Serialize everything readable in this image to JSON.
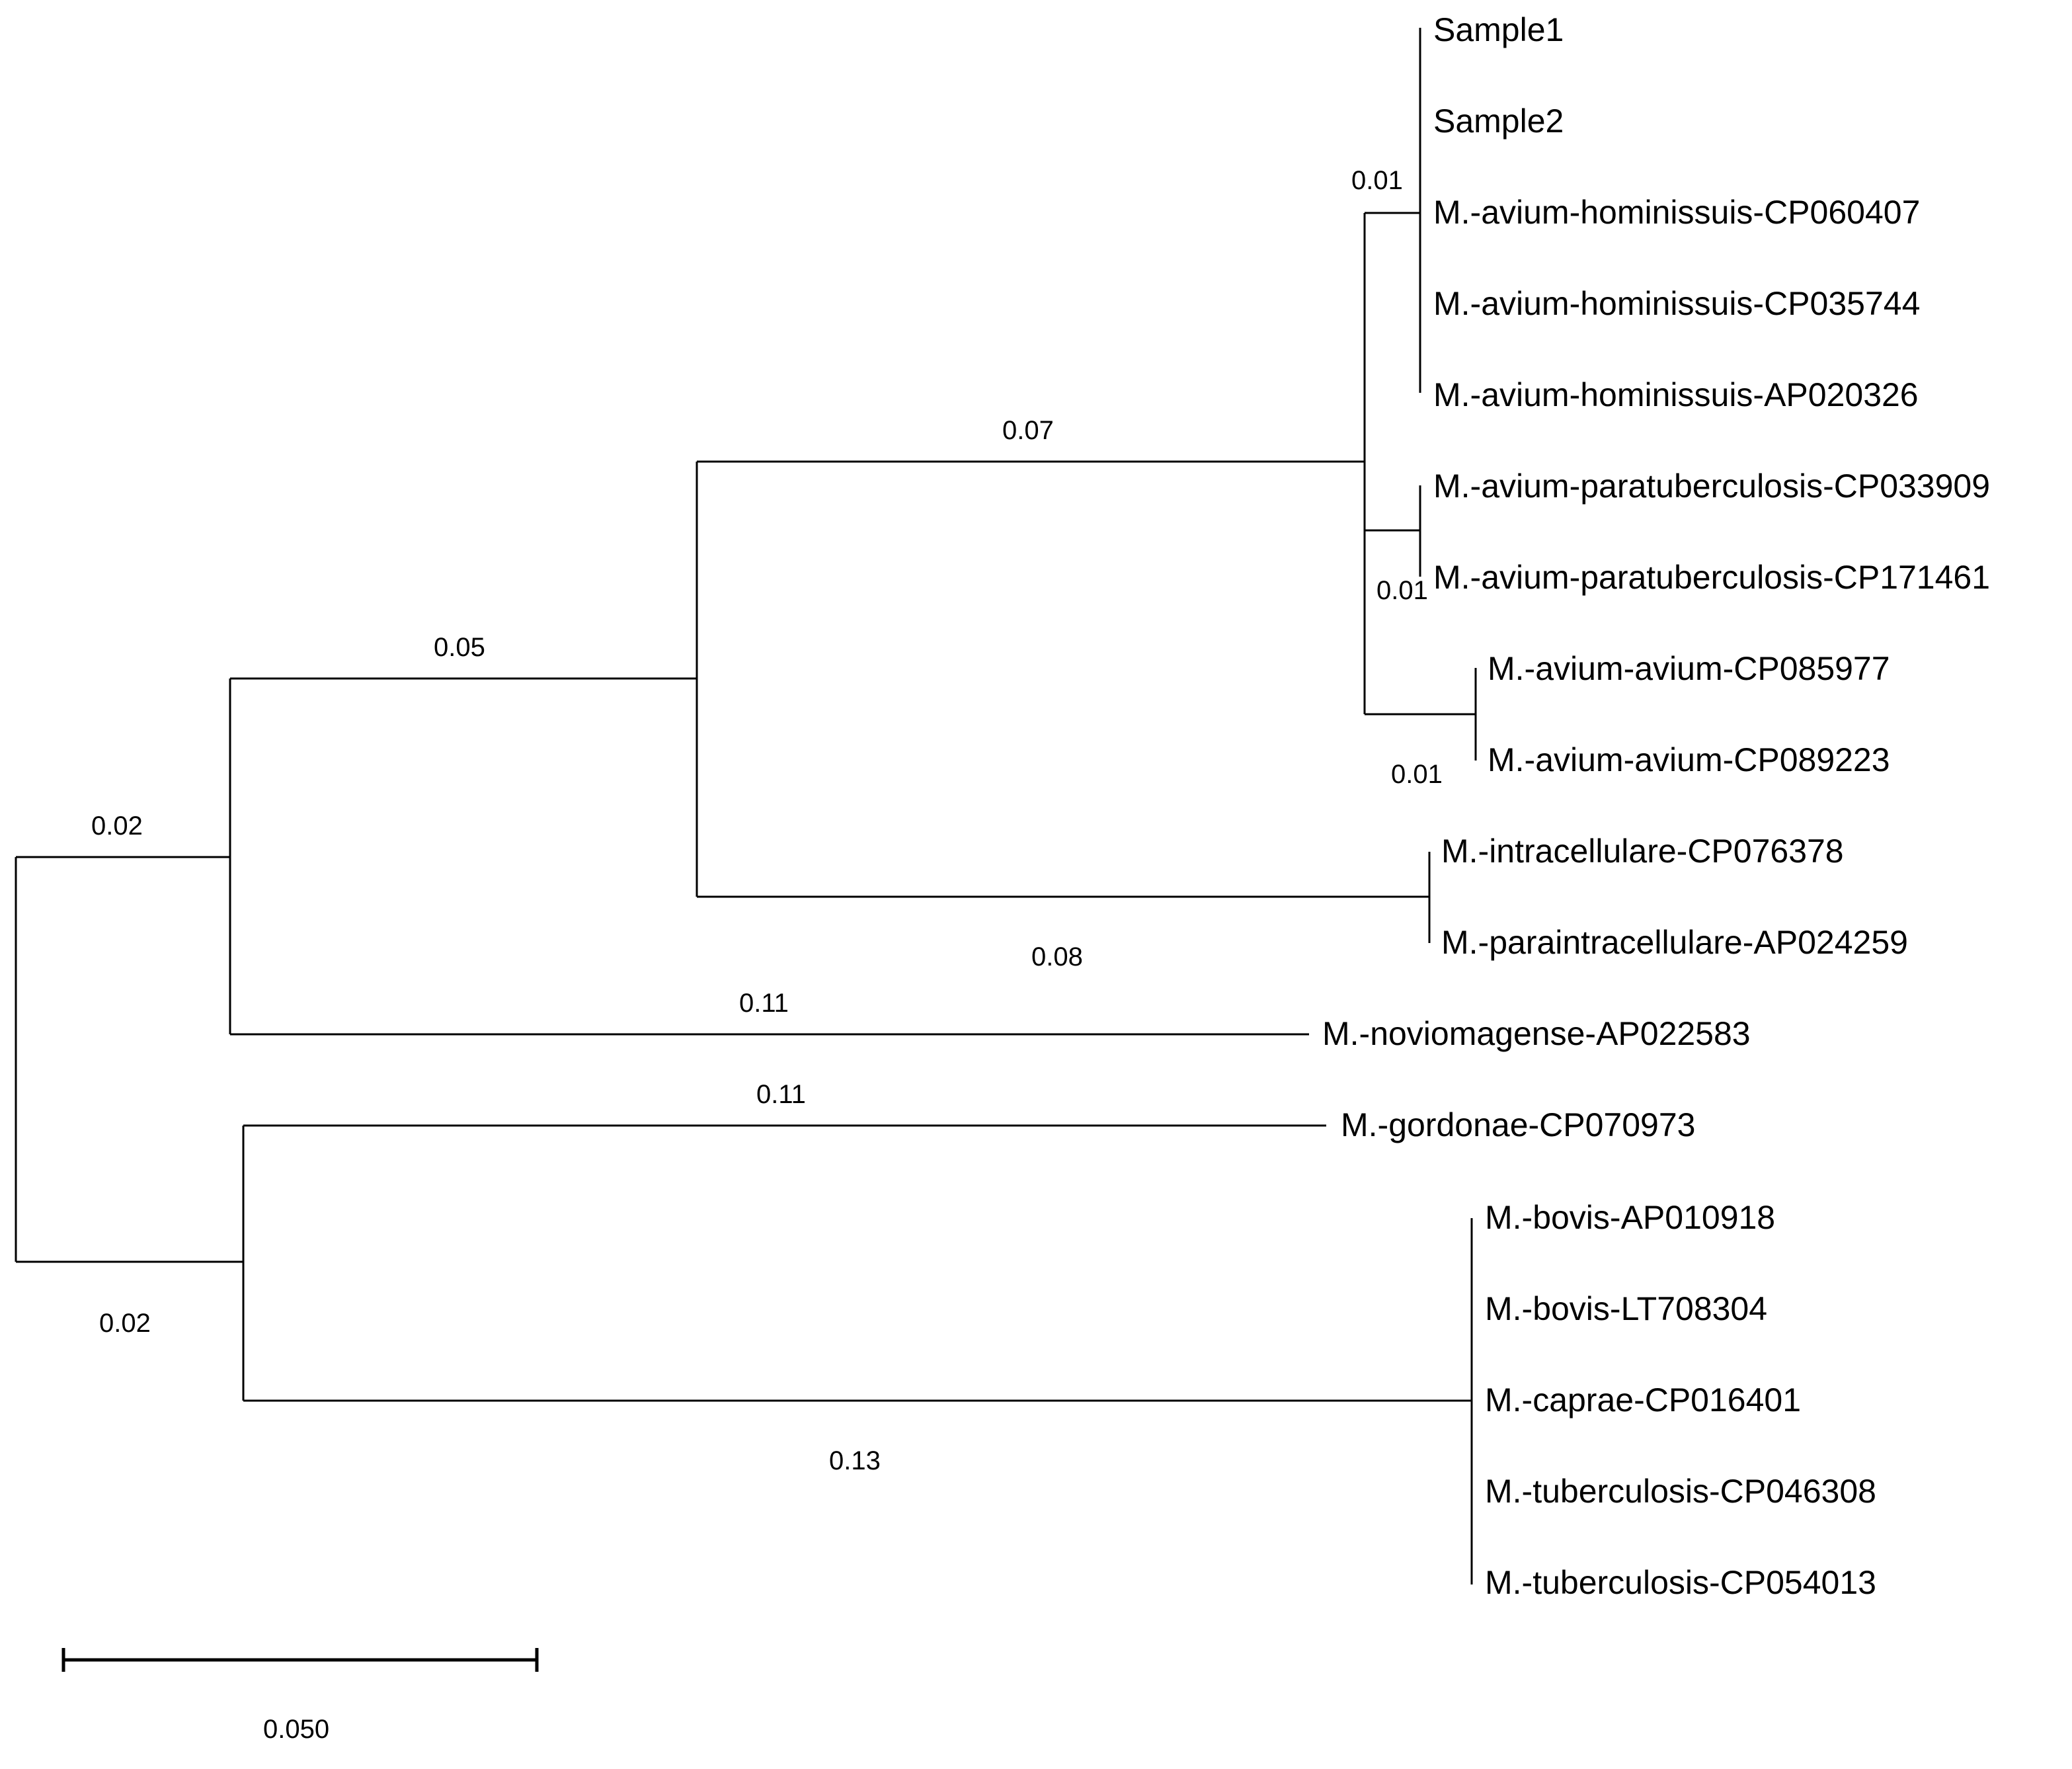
{
  "colors": {
    "line": "#000000",
    "text": "#000000",
    "background": "#ffffff"
  },
  "leaves": [
    "Sample1",
    "Sample2",
    "M.-avium-hominissuis-CP060407",
    "M.-avium-hominissuis-CP035744",
    "M.-avium-hominissuis-AP020326",
    "M.-avium-paratuberculosis-CP033909",
    "M.-avium-paratuberculosis-CP171461",
    "M.-avium-avium-CP085977",
    "M.-avium-avium-CP089223",
    "M.-intracellulare-CP076378",
    "M.-paraintracellulare-AP024259",
    "M.-noviomagense-AP022583",
    "M.-gordonae-CP070973",
    "M.-bovis-AP010918",
    "M.-bovis-LT708304",
    "M.-caprae-CP016401",
    "M.-tuberculosis-CP046308",
    "M.-tuberculosis-CP054013"
  ],
  "branch_labels": {
    "root_upper": "0.02",
    "root_lower": "0.02",
    "avium_complex": "0.05",
    "avium": "0.07",
    "hominissuis": "0.01",
    "paratuberculosis": "0.01",
    "avium_avium": "0.01",
    "intracellulare": "0.08",
    "noviomagense": "0.11",
    "gordonae": "0.11",
    "tb_complex": "0.13"
  },
  "scale_bar": {
    "label": "0.050"
  }
}
